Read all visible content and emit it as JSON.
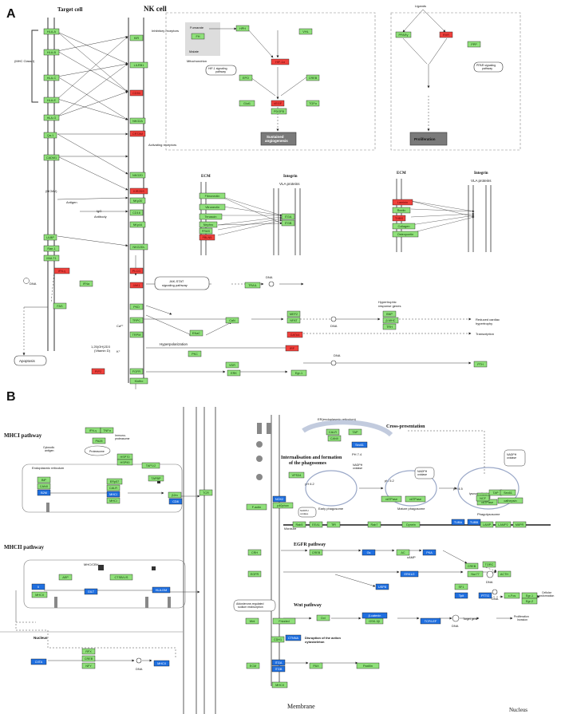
{
  "panels": {
    "a": {
      "letter": "A",
      "target_cell": "Target cell",
      "nk_cell": "NK cell",
      "mhc_class": "(MHC Class I)",
      "inhibitory": "Inhibitory receptors",
      "activating": "Activating receptors",
      "antigen": "Antigen",
      "antibody": "Antibody",
      "igg": "IgG",
      "hcmv": "(HCMV)",
      "sustained": "Sustained\nangiogenesis",
      "prolif": "Proliferation",
      "ligands": "Ligands",
      "ppar": "PPAR signaling\npathway",
      "hif": "HIF-1 signaling\npathway",
      "mito": "Mitochondrion",
      "fumarate": "Fumarate",
      "malate": "Malate",
      "ecm1": "ECM",
      "integrin1": "Integrin",
      "vla1": "VLA proteins",
      "ecm2": "ECM",
      "integrin2": "Integrin",
      "vla2": "VLA proteins",
      "jakstat": "JAK-STAT\nsignaling pathway",
      "dna": "DNA",
      "hypertrophic": "Hypertrophic\nresponse genes",
      "reduced": "Reduced cardiac\nhypertrophy",
      "transcription": "Transcription",
      "hyperpol": "Hyperpolarization",
      "vitd": "1,25(OH)2D3\n(Vitamin D)",
      "apoptosis": "Apoptosis",
      "ca": "Ca²⁺",
      "k": "K⁺"
    },
    "b": {
      "letter": "B",
      "mhci": "MHCI pathway",
      "mhcii": "MHCII pathway",
      "proteasome": "Proteasome",
      "immunoproteasome": "Immuno-\nproteasome",
      "cytosolic": "Cytosolic\nantigen",
      "er": "Endoplasmic reticulum",
      "mhc_cbv": "MHC/CBV",
      "nucleus_l": "Nucleus",
      "erlabel": "ER(endoplasmic reticulum)",
      "crosspres": "Cross-presentation",
      "internal": "Internalisation and formation\nof the phagosomes",
      "nadph1": "NADPH\noxidase",
      "nadph2": "NADPH\noxidase",
      "nadph3": "NADPH\noxidase",
      "ph74": "PH 7.4",
      "ph62": "pH 6.2",
      "ph52": "pH 5.2",
      "ph45": "pH 4.5",
      "early": "Early phagosome",
      "mature": "Mature phagosome",
      "phagolys": "Phagolysosome",
      "lysosomal": "lysosomal hydrolases",
      "microtube": "Microtube",
      "egfr_path": "EGFR pathway",
      "wnt_path": "Wnt pathway",
      "camp": "cAMP",
      "disruption": "Disruption of the action\ncytoskeleton",
      "aldo": "Aldosterone-regulated\nsodium reabsorption",
      "target_gene": "Target gene",
      "prolif_inv": "Proliferation\nInvasion",
      "cell_transf": "Cellular\ntransformation",
      "membrane": "Membrane",
      "nucleus": "Nucleus",
      "dna": "DNA"
    }
  },
  "nodes_a": [
    {
      "label": "HLA-A",
      "color": "green"
    },
    {
      "label": "HLA-B",
      "color": "green"
    },
    {
      "label": "HLA-C",
      "color": "green"
    },
    {
      "label": "HLA-E",
      "color": "green"
    },
    {
      "label": "HLA-G",
      "color": "green"
    },
    {
      "label": "CADM1",
      "color": "green"
    },
    {
      "label": "Qa-1",
      "color": "green"
    },
    {
      "label": "KIR",
      "color": "green"
    },
    {
      "label": "LILRB1",
      "color": "green"
    },
    {
      "label": "CD94",
      "color": "red"
    },
    {
      "label": "NKG2A",
      "color": "green"
    },
    {
      "label": "CRTAM",
      "color": "red"
    },
    {
      "label": "NKG2D",
      "color": "green"
    },
    {
      "label": "KIR2DS",
      "color": "red"
    },
    {
      "label": "CD16",
      "color": "green"
    },
    {
      "label": "NKp30",
      "color": "green"
    },
    {
      "label": "NKp44",
      "color": "green"
    },
    {
      "label": "ULBP",
      "color": "green"
    },
    {
      "label": "Rae-1",
      "color": "green"
    },
    {
      "label": "MULT1",
      "color": "green"
    },
    {
      "label": "IFN-γ",
      "color": "red"
    },
    {
      "label": "IFNα",
      "color": "green"
    },
    {
      "label": "FAS",
      "color": "green"
    },
    {
      "label": "NKG2DL",
      "color": "green"
    },
    {
      "label": "PLCG",
      "color": "red"
    },
    {
      "label": "JAK1",
      "color": "red"
    },
    {
      "label": "TRAIL",
      "color": "green"
    },
    {
      "label": "TRPC",
      "color": "green"
    },
    {
      "label": "TRPM",
      "color": "green"
    },
    {
      "label": "PKC",
      "color": "green"
    },
    {
      "label": "CaN",
      "color": "green"
    },
    {
      "label": "NFAT",
      "color": "green"
    },
    {
      "label": "MEF2",
      "color": "green"
    },
    {
      "label": "GATA4",
      "color": "red"
    },
    {
      "label": "IRF",
      "color": "red"
    },
    {
      "label": "FGFR",
      "color": "green"
    },
    {
      "label": "PIP2",
      "color": "red"
    },
    {
      "label": "VDR",
      "color": "green"
    },
    {
      "label": "ERK",
      "color": "green"
    },
    {
      "label": "Egr-1",
      "color": "green"
    },
    {
      "label": "PTH",
      "color": "green"
    },
    {
      "label": "ENaC",
      "color": "green"
    },
    {
      "label": "PKD",
      "color": "green"
    },
    {
      "label": "β-MHC",
      "color": "green"
    },
    {
      "label": "BNP",
      "color": "green"
    },
    {
      "label": "TRH",
      "color": "green"
    },
    {
      "label": "Klotho",
      "color": "green"
    },
    {
      "label": "Fibronectin",
      "color": "green"
    },
    {
      "label": "Vitronectin",
      "color": "green"
    },
    {
      "label": "Tenascin",
      "color": "green"
    },
    {
      "label": "Nephro",
      "color": "green"
    },
    {
      "label": "FRAS",
      "color": "green"
    },
    {
      "label": "FBLN5",
      "color": "red"
    },
    {
      "label": "Laminin",
      "color": "red"
    },
    {
      "label": "Reelin",
      "color": "green"
    },
    {
      "label": "THBS",
      "color": "red"
    },
    {
      "label": "Collagen",
      "color": "green"
    },
    {
      "label": "Osteopontin",
      "color": "green"
    },
    {
      "label": "ITGA",
      "color": "green"
    },
    {
      "label": "ITGB",
      "color": "green"
    },
    {
      "label": "FH",
      "color": "green"
    },
    {
      "label": "HPH",
      "color": "green"
    },
    {
      "label": "HIF-1α",
      "color": "red"
    },
    {
      "label": "VHL",
      "color": "green"
    },
    {
      "label": "PPARγ",
      "color": "green"
    },
    {
      "label": "RXR",
      "color": "red"
    },
    {
      "label": "PPP",
      "color": "green"
    },
    {
      "label": "VEGF",
      "color": "red"
    },
    {
      "label": "TGFα",
      "color": "green"
    },
    {
      "label": "PDGFB",
      "color": "green"
    },
    {
      "label": "Glut1",
      "color": "green"
    },
    {
      "label": "EPO",
      "color": "green"
    },
    {
      "label": "CREB",
      "color": "green"
    }
  ],
  "nodes_b": [
    {
      "label": "IFN-γ",
      "color": "green"
    },
    {
      "label": "TNFα",
      "color": "green"
    },
    {
      "label": "PA28",
      "color": "green"
    },
    {
      "label": "HSP70",
      "color": "green"
    },
    {
      "label": "HSP90",
      "color": "green"
    },
    {
      "label": "TAP1/2",
      "color": "green"
    },
    {
      "label": "TAPBP",
      "color": "green"
    },
    {
      "label": "ERp57",
      "color": "green"
    },
    {
      "label": "CALR",
      "color": "green"
    },
    {
      "label": "CANX",
      "color": "green"
    },
    {
      "label": "BiP",
      "color": "green"
    },
    {
      "label": "B2M",
      "color": "blue"
    },
    {
      "label": "MHCI",
      "color": "blue"
    },
    {
      "label": "MHCI",
      "color": "green"
    },
    {
      "label": "β2m",
      "color": "green"
    },
    {
      "label": "CD8",
      "color": "blue"
    },
    {
      "label": "TCR",
      "color": "green"
    },
    {
      "label": "AEP",
      "color": "green"
    },
    {
      "label": "GILT",
      "color": "blue"
    },
    {
      "label": "CTSB/L/S",
      "color": "green"
    },
    {
      "label": "HLA-DM",
      "color": "blue"
    },
    {
      "label": "Ii",
      "color": "blue"
    },
    {
      "label": "MHCII",
      "color": "green"
    },
    {
      "label": "CIITA",
      "color": "blue"
    },
    {
      "label": "RFX",
      "color": "green"
    },
    {
      "label": "CREB",
      "color": "green"
    },
    {
      "label": "NFY",
      "color": "green"
    },
    {
      "label": "MHCII",
      "color": "blue"
    },
    {
      "label": "CALR",
      "color": "green"
    },
    {
      "label": "TAP",
      "color": "green"
    },
    {
      "label": "CANX",
      "color": "green"
    },
    {
      "label": "Sec61",
      "color": "blue"
    },
    {
      "label": "VPS34",
      "color": "green"
    },
    {
      "label": "F-actin",
      "color": "green"
    },
    {
      "label": "p40phox",
      "color": "green"
    },
    {
      "label": "NOX2",
      "color": "blue"
    },
    {
      "label": "vATPase",
      "color": "green"
    },
    {
      "label": "vATPase",
      "color": "green"
    },
    {
      "label": "MPO",
      "color": "green"
    },
    {
      "label": "cathepsin",
      "color": "green"
    },
    {
      "label": "vATPase",
      "color": "green"
    },
    {
      "label": "Rab5",
      "color": "green"
    },
    {
      "label": "EEA1",
      "color": "green"
    },
    {
      "label": "TfR",
      "color": "green"
    },
    {
      "label": "Rab7",
      "color": "green"
    },
    {
      "label": "Dynein",
      "color": "green"
    },
    {
      "label": "TUBA",
      "color": "blue"
    },
    {
      "label": "TUBB",
      "color": "blue"
    },
    {
      "label": "LAMP",
      "color": "green"
    },
    {
      "label": "LAMP2",
      "color": "green"
    },
    {
      "label": "M6PR",
      "color": "green"
    },
    {
      "label": "TAP",
      "color": "green"
    },
    {
      "label": "Sec61",
      "color": "green"
    },
    {
      "label": "NCF",
      "color": "green"
    },
    {
      "label": "CRH",
      "color": "green"
    },
    {
      "label": "CREB",
      "color": "green"
    },
    {
      "label": "Gs",
      "color": "blue"
    },
    {
      "label": "AC",
      "color": "green"
    },
    {
      "label": "PKA",
      "color": "blue"
    },
    {
      "label": "CREB",
      "color": "green"
    },
    {
      "label": "TORC",
      "color": "green"
    },
    {
      "label": "EGFR",
      "color": "green"
    },
    {
      "label": "ERK1/2",
      "color": "blue"
    },
    {
      "label": "Nur77",
      "color": "green"
    },
    {
      "label": "ACTH",
      "color": "green"
    },
    {
      "label": "USP8",
      "color": "blue"
    },
    {
      "label": "SF1",
      "color": "green"
    },
    {
      "label": "Tpit",
      "color": "blue"
    },
    {
      "label": "PTTG",
      "color": "blue"
    },
    {
      "label": "c-Fos",
      "color": "green"
    },
    {
      "label": "Egr-1",
      "color": "green"
    },
    {
      "label": "Egr-2",
      "color": "green"
    },
    {
      "label": "Wnt",
      "color": "green"
    },
    {
      "label": "Frizzled",
      "color": "green"
    },
    {
      "label": "Dvl",
      "color": "green"
    },
    {
      "label": "GSK-3β",
      "color": "green"
    },
    {
      "label": "β-catenin",
      "color": "blue"
    },
    {
      "label": "TCF/LEF",
      "color": "blue"
    },
    {
      "label": "CDH1",
      "color": "green"
    },
    {
      "label": "CTNNA",
      "color": "blue"
    },
    {
      "label": "ECM",
      "color": "green"
    },
    {
      "label": "ITGA",
      "color": "blue"
    },
    {
      "label": "PAX",
      "color": "green"
    },
    {
      "label": "Paxillin",
      "color": "green"
    },
    {
      "label": "ITGB",
      "color": "blue"
    },
    {
      "label": "MHCII",
      "color": "green"
    }
  ]
}
